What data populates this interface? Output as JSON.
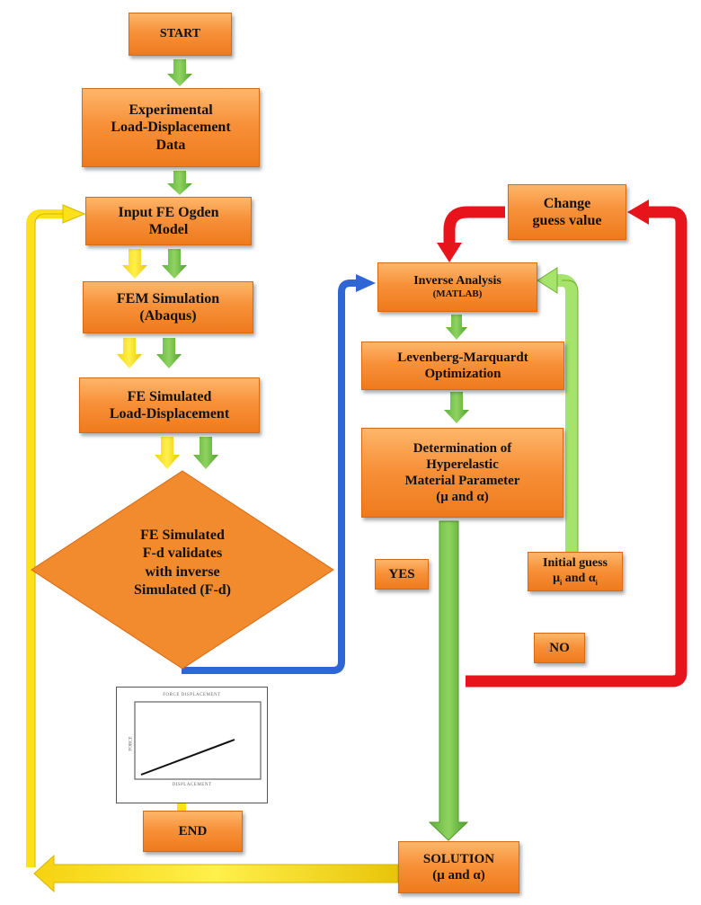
{
  "nodes": {
    "start": "START",
    "experimental": "Experimental\nLoad-Displacement\nData",
    "input_fe": "Input FE Ogden\nModel",
    "fem_sim": "FEM Simulation\n(Abaqus)",
    "fe_simulated": "FE Simulated\nLoad-Displacement",
    "decision": "FE Simulated\nF-d validates\nwith inverse\nSimulated (F-d)",
    "end": "END",
    "change_guess": "Change\nguess value",
    "inverse_analysis_main": "Inverse Analysis",
    "inverse_analysis_sub": "(MATLAB)",
    "levenberg": "Levenberg-Marquardt\nOptimization",
    "determination": "Determination of\nHyperelastic\nMaterial Parameter\n(μ and α)",
    "yes": "YES",
    "no": "NO",
    "initial_guess_line1": "Initial guess",
    "initial_guess_line2": "μ",
    "initial_guess_sub": "i",
    "initial_guess_and": " and α",
    "initial_guess_sub2": "i",
    "solution": "SOLUTION\n(μ and α)"
  },
  "graph": {
    "title": "FORCE DISPLACEMENT",
    "xlabel": "DISPLACEMENT",
    "ylabel": "FORCE"
  },
  "colors": {
    "yellow": "#ffe11a",
    "green": "#6cc24a",
    "light_green": "#a6e36a",
    "red": "#e8141c",
    "blue": "#2f66d6",
    "orange": "#f7913a"
  }
}
